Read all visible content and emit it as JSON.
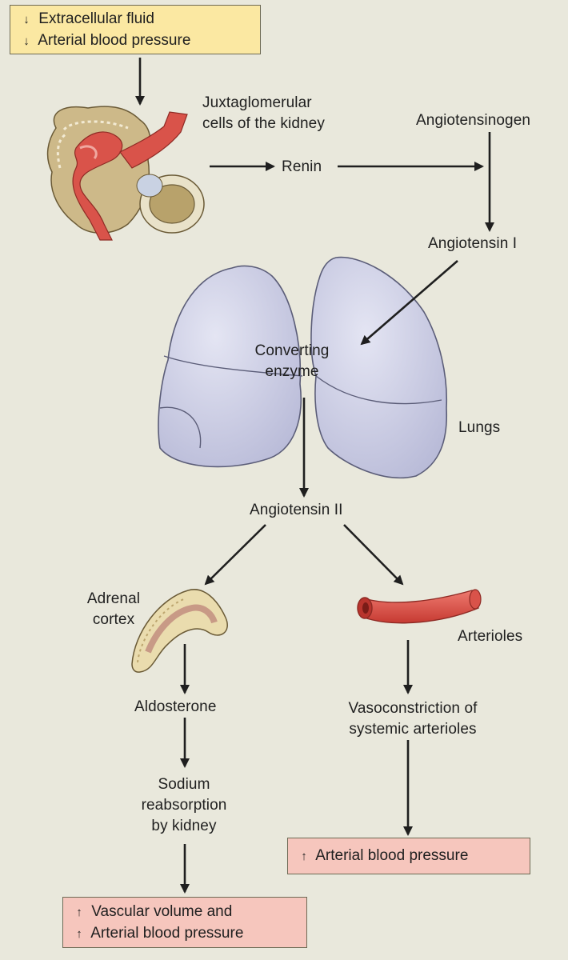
{
  "top_box": {
    "line1_arrow": "↓",
    "line1": "Extracellular fluid",
    "line2_arrow": "↓",
    "line2": "Arterial blood pressure"
  },
  "labels": {
    "juxta1": "Juxtaglomerular",
    "juxta2": "cells of the kidney",
    "angiotensinogen": "Angiotensinogen",
    "renin": "Renin",
    "angiotensin1": "Angiotensin I",
    "converting1": "Converting",
    "converting2": "enzyme",
    "lungs": "Lungs",
    "angiotensin2": "Angiotensin II",
    "adrenal1": "Adrenal",
    "adrenal2": "cortex",
    "arterioles": "Arterioles",
    "aldosterone": "Aldosterone",
    "vaso1": "Vasoconstriction of",
    "vaso2": "systemic arterioles",
    "sodium1": "Sodium",
    "sodium2": "reabsorption",
    "sodium3": "by kidney"
  },
  "right_box": {
    "arrow": "↑",
    "text": "Arterial blood pressure"
  },
  "bottom_box": {
    "line1_arrow": "↑",
    "line1": "Vascular volume and",
    "line2_arrow": "↑",
    "line2": "Arterial blood pressure"
  },
  "colors": {
    "background": "#e9e8dc",
    "yellow_box": "#fbe8a2",
    "pink_box": "#f6c6bd",
    "lung": "#cfd0e6",
    "vessel": "#d9534a",
    "kidney_tissue": "#c9b585"
  },
  "icons": [
    "kidney-illustration",
    "lungs-illustration",
    "adrenal-cortex-illustration",
    "arteriole-illustration"
  ]
}
